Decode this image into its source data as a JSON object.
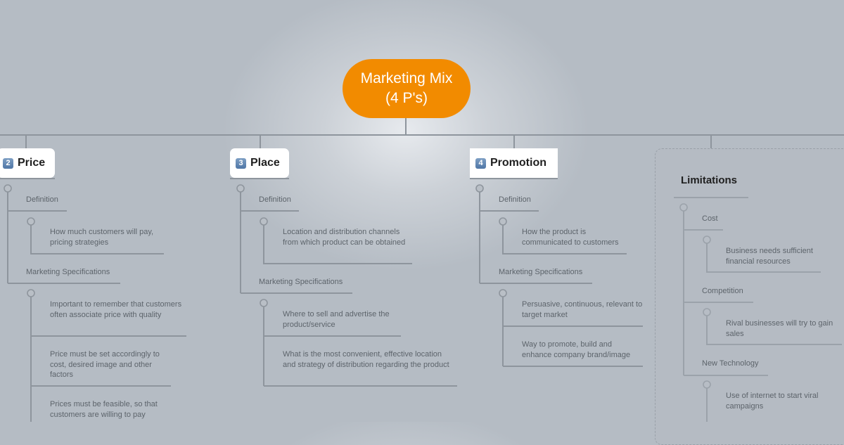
{
  "central": {
    "line1": "Marketing Mix",
    "line2": "(4 P's)"
  },
  "topics": [
    {
      "badge": "2",
      "label": "Price"
    },
    {
      "badge": "3",
      "label": "Place"
    },
    {
      "badge": "4",
      "label": "Promotion"
    },
    {
      "label": "Limitations"
    }
  ],
  "price": {
    "definition_label": "Definition",
    "definition_text": "How much customers will pay, pricing strategies",
    "specs_label": "Marketing Specifications",
    "specs": [
      "Important to remember that customers often associate price with quality",
      "Price must be set accordingly to cost, desired image and other factors",
      "Prices must be feasible, so that customers are willing to pay"
    ]
  },
  "place": {
    "definition_label": "Definition",
    "definition_text": "Location and distribution channels from which product can be obtained",
    "specs_label": "Marketing Specifications",
    "specs": [
      "Where to sell and advertise the product/service",
      "What is the most convenient, effective location and strategy of distribution regarding the product"
    ]
  },
  "promotion": {
    "definition_label": "Definition",
    "definition_text": "How the product is communicated to customers",
    "specs_label": "Marketing Specifications",
    "specs": [
      "Persuasive, continuous, relevant to target market",
      "Way to promote, build and enhance company brand/image"
    ]
  },
  "limitations": {
    "items": [
      {
        "label": "Cost",
        "text": "Business needs sufficient financial resources"
      },
      {
        "label": "Competition",
        "text": "Rival businesses will try to gain sales"
      },
      {
        "label": "New Technology",
        "text": "Use of internet to start viral campaigns"
      }
    ]
  }
}
